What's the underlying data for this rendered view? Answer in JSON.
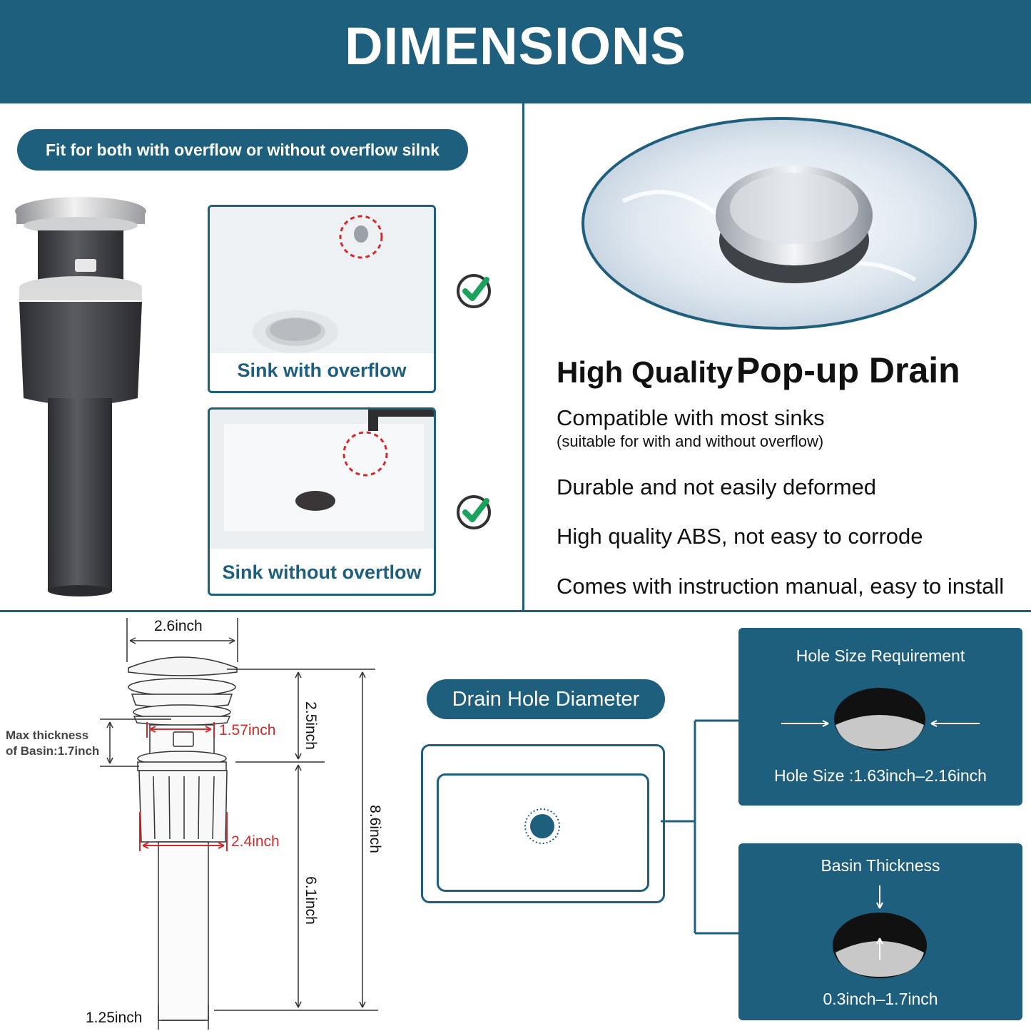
{
  "header": {
    "title": "DIMENSIONS"
  },
  "fit_pill": {
    "label": "Fit for both with overflow or without overflow silnk"
  },
  "sinks": [
    {
      "label": "Sink with overflow"
    },
    {
      "label": "Sink without overtlow"
    }
  ],
  "product": {
    "title_part1": "High Quality",
    "title_part2": "Pop-up Drain",
    "features": [
      {
        "text": "Compatible with most sinks",
        "sub": "(suitable for with and without overflow)"
      },
      {
        "text": "Durable and not easily deformed"
      },
      {
        "text": "High quality ABS, not easy to corrode"
      },
      {
        "text": "Comes with instruction manual, easy to install"
      }
    ]
  },
  "dimensions": {
    "cap_width": "2.6inch",
    "upper_height": "2.5inch",
    "total_height": "8.6inch",
    "lower_height": "6.1inch",
    "neck_width": "1.57inch",
    "body_width": "2.4inch",
    "pipe_width": "1.25inch",
    "max_thickness_line1": "Max thickness",
    "max_thickness_line2": "of Basin:1.7inch"
  },
  "drain_hole": {
    "label": "Drain Hole Diameter"
  },
  "hole_card": {
    "title": "Hole Size Requirement",
    "value": "Hole Size :1.63inch–2.16inch"
  },
  "basin_card": {
    "title": "Basin Thickness",
    "value": "0.3inch–1.7inch"
  },
  "colors": {
    "brand": "#1d5f7c",
    "accent_red": "#d62828",
    "check_green": "#1aa35c"
  }
}
